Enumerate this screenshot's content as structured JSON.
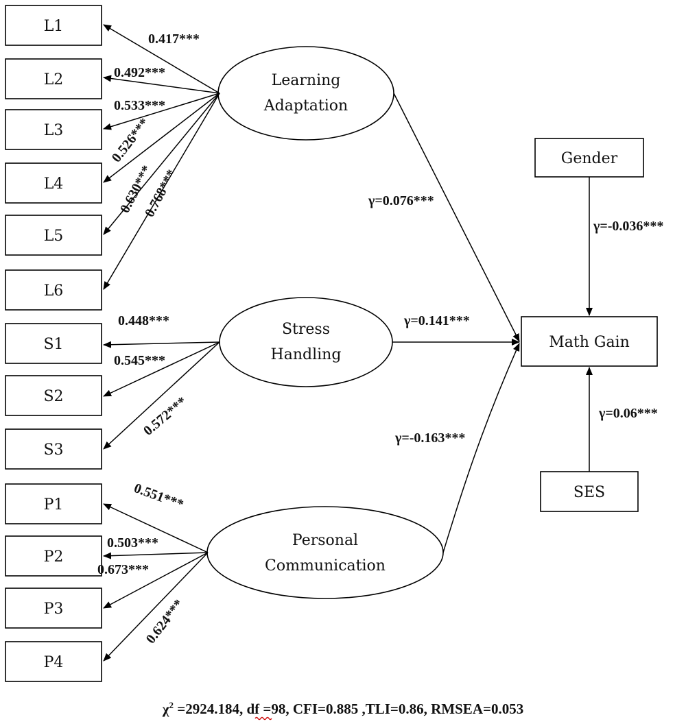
{
  "diagram": {
    "indicators": [
      "L1",
      "L2",
      "L3",
      "L4",
      "L5",
      "L6",
      "S1",
      "S2",
      "S3",
      "P1",
      "P2",
      "P3",
      "P4"
    ],
    "latents": {
      "learning": {
        "line1": "Learning",
        "line2": "Adaptation"
      },
      "stress": {
        "line1": "Stress",
        "line2": "Handling"
      },
      "personal": {
        "line1": "Personal",
        "line2": "Communication"
      }
    },
    "covariates": {
      "gender": "Gender",
      "ses": "SES"
    },
    "outcome": "Math Gain",
    "loadings": {
      "L1": "0.417***",
      "L2": "0.492***",
      "L3": "0.533***",
      "L4": "0.526***",
      "L5": "0.630***",
      "L6": "0.768***",
      "S1": "0.448***",
      "S2": "0.545***",
      "S3": "0.572***",
      "P1": "0.551***",
      "P2": "0.503***",
      "P3": "0.673***",
      "P4": "0.624***"
    },
    "paths": {
      "learning": "γ=0.076***",
      "stress": "γ=0.141***",
      "personal": "γ=-0.163***",
      "gender": "γ=-0.036***",
      "ses": "γ=0.06***"
    },
    "fit": {
      "chi": "χ",
      "sup": "2",
      "stat": " =2924.184, ",
      "df_label": "df",
      "rest": " =98, CFI=0.885 ,TLI=0.86, RMSEA=0.053"
    }
  }
}
